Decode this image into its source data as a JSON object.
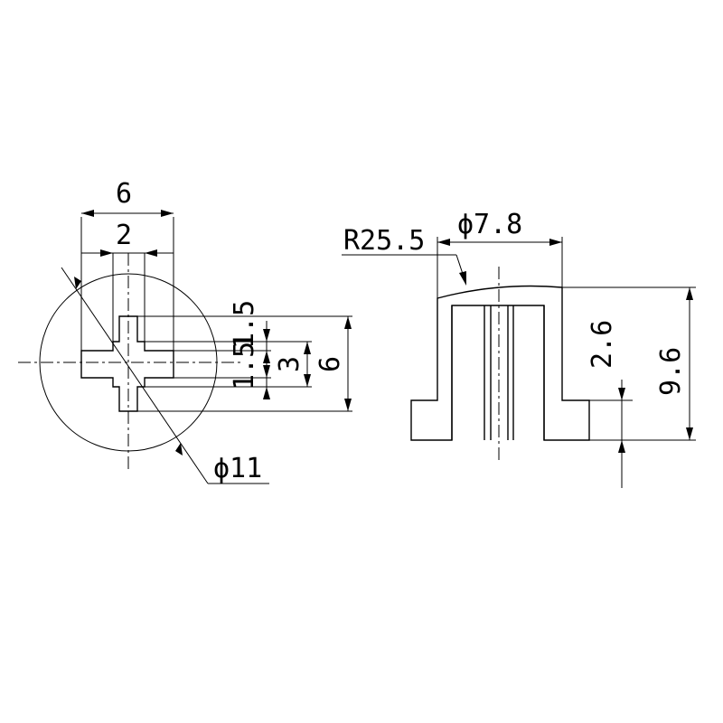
{
  "front_view": {
    "dim_outer_width": "6",
    "dim_inner_width": "2",
    "dim_small_step": "1.5",
    "dim_slot_height": "3",
    "dim_total_height": "6",
    "dim_diameter": "ϕ11"
  },
  "side_view": {
    "dim_radius": "R25.5",
    "dim_top_diameter": "ϕ7.8",
    "dim_base_height": "2.6",
    "dim_total_height": "9.6"
  },
  "colors": {
    "line": "#000000",
    "background": "#ffffff"
  }
}
